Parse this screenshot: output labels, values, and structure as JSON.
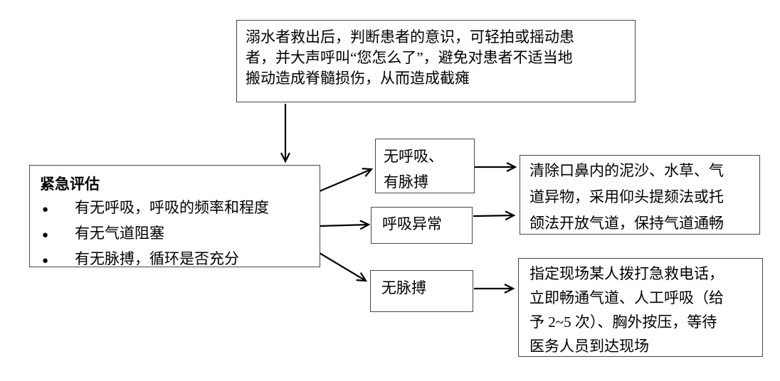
{
  "boxes": {
    "consciousness_check": {
      "lines": [
        "溺水者救出后，判断患者的意识，可轻拍或摇动患",
        "者，并大声呼叫“您怎么了”，避免对患者不适当地",
        "搬动造成脊髓损伤，从而造成截瘫"
      ]
    },
    "assessment": {
      "title": "紧急评估",
      "bullet_glyph": "●",
      "bullets": [
        "有无呼吸，呼吸的频率和程度",
        "有无气道阻塞",
        "有无脉搏，循环是否充分"
      ]
    },
    "no_breathing_has_pulse": {
      "lines": [
        "无呼吸、",
        "有脉搏"
      ]
    },
    "abnormal_breathing": {
      "label": "呼吸异常"
    },
    "no_pulse": {
      "label": "无脉搏"
    },
    "clear_airway": {
      "lines": [
        "清除口鼻内的泥沙、水草、气",
        "道异物，采用仰头提颏法或托",
        "颌法开放气道，保持气道通畅"
      ]
    },
    "call_emergency_cpr": {
      "lines": [
        "指定现场某人拨打急救电话，",
        "立即畅通气道、人工呼吸（给",
        "予 2~5 次）、胸外按压，等待",
        "医务人员到达现场"
      ]
    }
  },
  "colors": {
    "background": "#ffffff",
    "box_border": "#474747",
    "arrow": "#000000",
    "text": "#000000"
  }
}
